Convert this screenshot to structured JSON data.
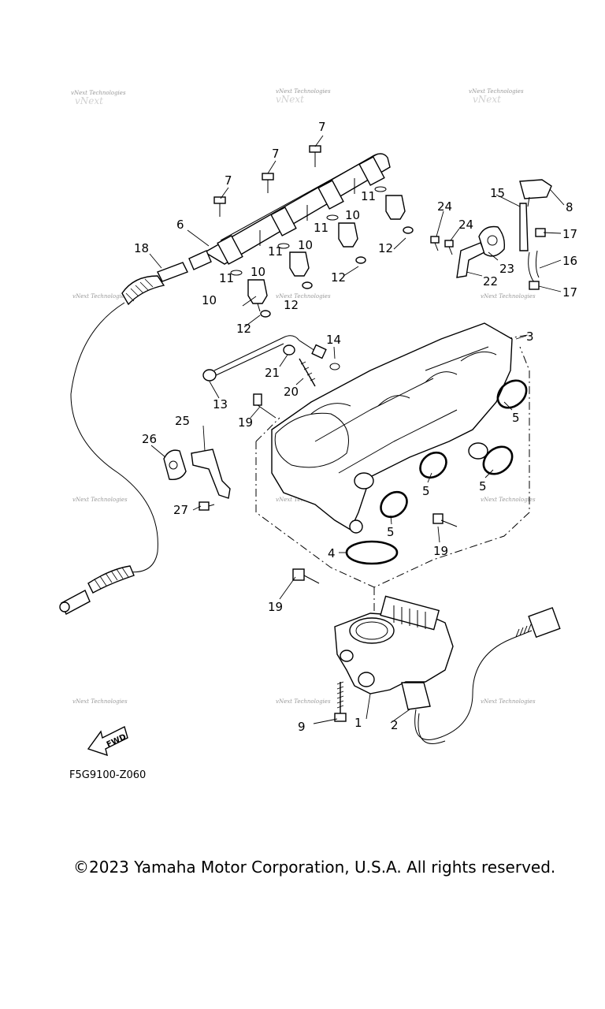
{
  "callouts": {
    "p1": "1",
    "p2": "2",
    "p3": "3",
    "p4": "4",
    "p5a": "5",
    "p5b": "5",
    "p5c": "5",
    "p5d": "5",
    "p6": "6",
    "p7a": "7",
    "p7b": "7",
    "p7c": "7",
    "p8": "8",
    "p9": "9",
    "p10a": "10",
    "p10b": "10",
    "p10c": "10",
    "p10d": "10",
    "p11a": "11",
    "p11b": "11",
    "p11c": "11",
    "p11d": "11",
    "p12a": "12",
    "p12b": "12",
    "p12c": "12",
    "p12d": "12",
    "p13": "13",
    "p14": "14",
    "p15": "15",
    "p16": "16",
    "p17a": "17",
    "p17b": "17",
    "p18": "18",
    "p19a": "19",
    "p19b": "19",
    "p19c": "19",
    "p20": "20",
    "p21": "21",
    "p22": "22",
    "p23": "23",
    "p24a": "24",
    "p24b": "24",
    "p25": "25",
    "p26": "26",
    "p27": "27"
  },
  "fwd_label": "FWD",
  "watermark": "vNext Technologies",
  "diagram_code": "F5G9100-Z060",
  "copyright": "©2023 Yamaha Motor Corporation, U.S.A. All rights reserved."
}
